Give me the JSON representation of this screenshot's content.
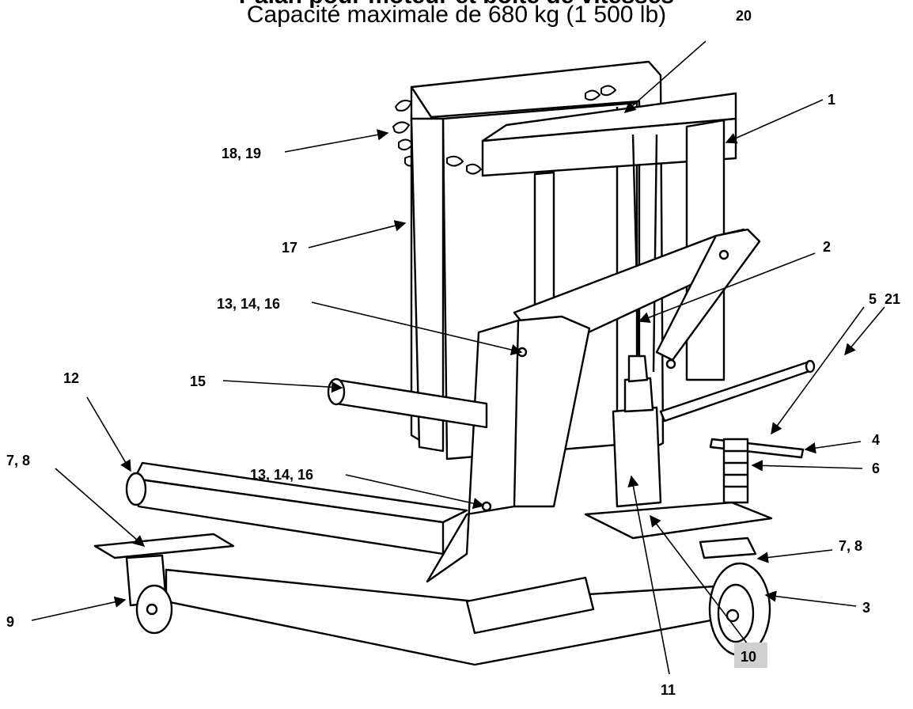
{
  "caption": {
    "title": "Palan pour moteur et boîte de vitesses",
    "subtitle": "Capacité maximale de 680 kg (1 500 lb)"
  },
  "callouts": [
    {
      "id": "c20",
      "text": "20"
    },
    {
      "id": "c1",
      "text": "1"
    },
    {
      "id": "c18",
      "text": "18, 19"
    },
    {
      "id": "c17",
      "text": "17"
    },
    {
      "id": "c2",
      "text": "2"
    },
    {
      "id": "c13a",
      "text": "13, 14, 16"
    },
    {
      "id": "c21",
      "text": "21"
    },
    {
      "id": "c12",
      "text": "12"
    },
    {
      "id": "c15",
      "text": "15"
    },
    {
      "id": "c5",
      "text": "5"
    },
    {
      "id": "c4",
      "text": "4"
    },
    {
      "id": "c6",
      "text": "6"
    },
    {
      "id": "c78a",
      "text": "7, 8"
    },
    {
      "id": "c13b",
      "text": "13, 14, 16"
    },
    {
      "id": "c78b",
      "text": "7, 8"
    },
    {
      "id": "c9",
      "text": "9"
    },
    {
      "id": "c3",
      "text": "3"
    },
    {
      "id": "c10",
      "text": "10"
    },
    {
      "id": "c11",
      "text": "11"
    }
  ]
}
